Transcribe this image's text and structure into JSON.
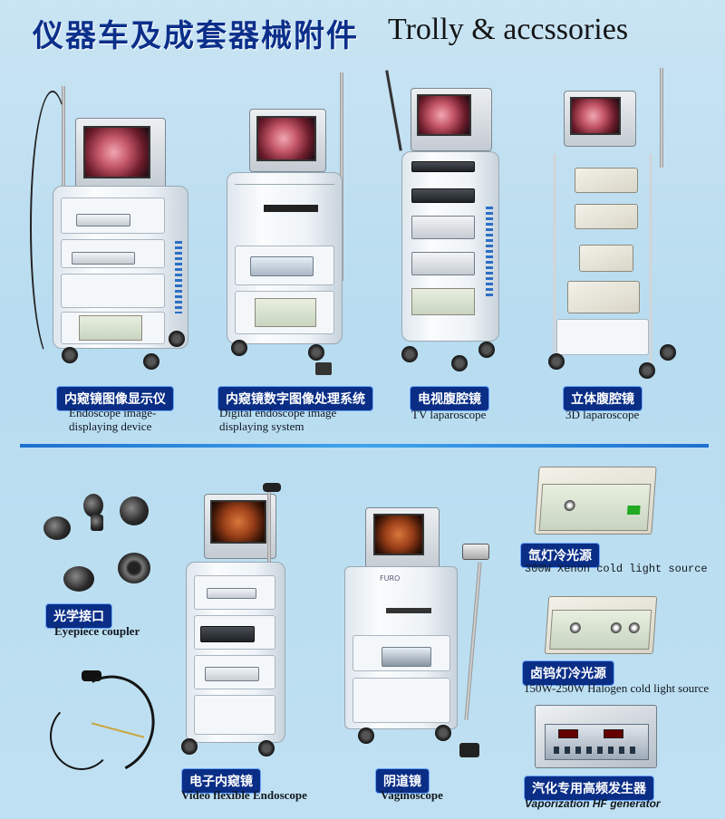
{
  "header": {
    "title_cn": "仪器车及成套器械附件",
    "title_en": "Trolly & accssories"
  },
  "products": [
    {
      "label_cn": "内窥镜图像显示仪",
      "caption_en_line1": "Endoscope  image-",
      "caption_en_line2": "displaying  device"
    },
    {
      "label_cn": "内窥镜数字图像处理系统",
      "caption_en_line1": "Digital endoscope image",
      "caption_en_line2": "displaying system"
    },
    {
      "label_cn": "电视腹腔镜",
      "caption_en_line1": "TV laparoscope",
      "caption_en_line2": ""
    },
    {
      "label_cn": "立体腹腔镜",
      "caption_en_line1": "3D laparoscope",
      "caption_en_line2": ""
    },
    {
      "label_cn": "光学接口",
      "caption_en_line1": "Eyepiece coupler",
      "caption_en_line2": ""
    },
    {
      "label_cn": "电子内窥镜",
      "caption_en_line1": "Video flexible  Endoscope",
      "caption_en_line2": ""
    },
    {
      "label_cn": "阴道镜",
      "caption_en_line1": "Vaginoscope",
      "caption_en_line2": ""
    },
    {
      "label_cn": "氙灯冷光源",
      "caption_en_line1": "300W Xenon cold light source",
      "caption_en_line2": ""
    },
    {
      "label_cn": "卤钨灯冷光源",
      "caption_en_line1": "150W-250W Halogen cold light source",
      "caption_en_line2": ""
    },
    {
      "label_cn": "汽化专用高频发生器",
      "caption_en_line1": "Vaporization HF generator",
      "caption_en_line2": ""
    }
  ],
  "device_brand": "FURO",
  "colors": {
    "background": "#bfe0f2",
    "title": "#0c2f8a",
    "badge": "#0a2e86",
    "divider": "#2c8be0"
  }
}
